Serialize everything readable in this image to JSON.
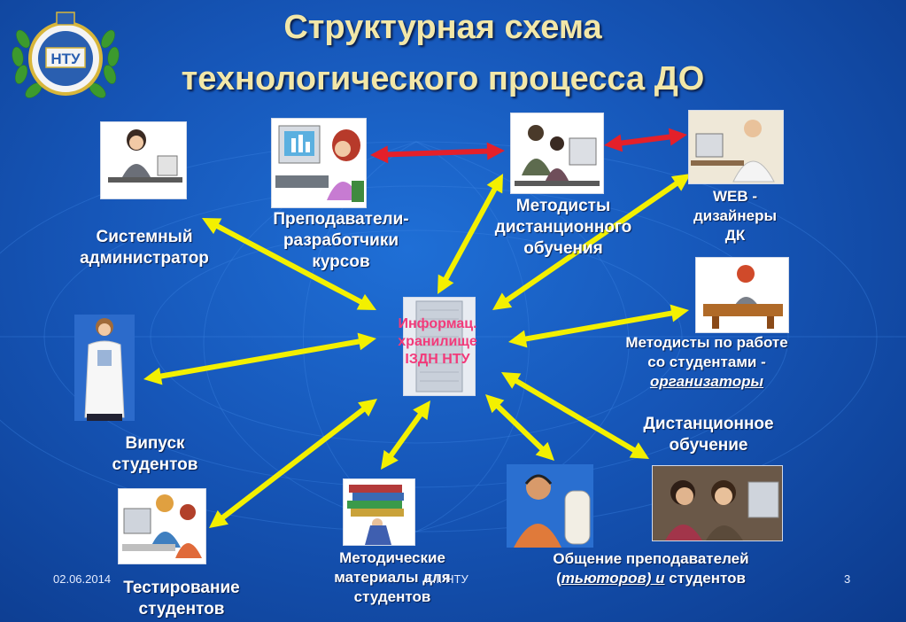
{
  "title": {
    "line1": "Структурная схема",
    "line2": "технологического процесса ДО"
  },
  "logo": {
    "text": "НТУ"
  },
  "center": {
    "line1": "Информац.",
    "line2": "хранилище",
    "line3": "ІЗДН НТУ"
  },
  "nodes": {
    "sysadmin": {
      "line1": "Системный",
      "line2": "администратор"
    },
    "teachers_dev": {
      "line1": "Преподаватели-",
      "line2": "разработчики",
      "line3": "курсов"
    },
    "methodists_do": {
      "line1": "Методисты",
      "line2": "дистанционного",
      "line3": "обучения"
    },
    "web": {
      "line1": "WEB -",
      "line2": "дизайнеры",
      "line3": "ДК"
    },
    "organizers": {
      "line1": "Методисты по работе",
      "line2": "со студентами -",
      "line3": "организаторы"
    },
    "distance": {
      "line1": "Дистанционное",
      "line2": "обучение"
    },
    "graduates": {
      "line1": "Випуск",
      "line2": "студентов"
    },
    "testing": {
      "line1": "Тестирование",
      "line2": "студентов"
    },
    "materials": {
      "line1": "Методические",
      "line2": "материалы для",
      "line3": "студентов"
    },
    "communication": {
      "line1": "Общение преподавателей",
      "line2_a": "(",
      "line2_b": "тьюторов) и",
      "line2_c": " студентов"
    }
  },
  "footer": {
    "date": "02.06.2014",
    "org": "K.I. НТУ",
    "page": "3"
  },
  "colors": {
    "title": "#f2e7a8",
    "arrow": "#f3f000",
    "red_arrow": "#e4202a",
    "center_text": "#f23a7a"
  }
}
